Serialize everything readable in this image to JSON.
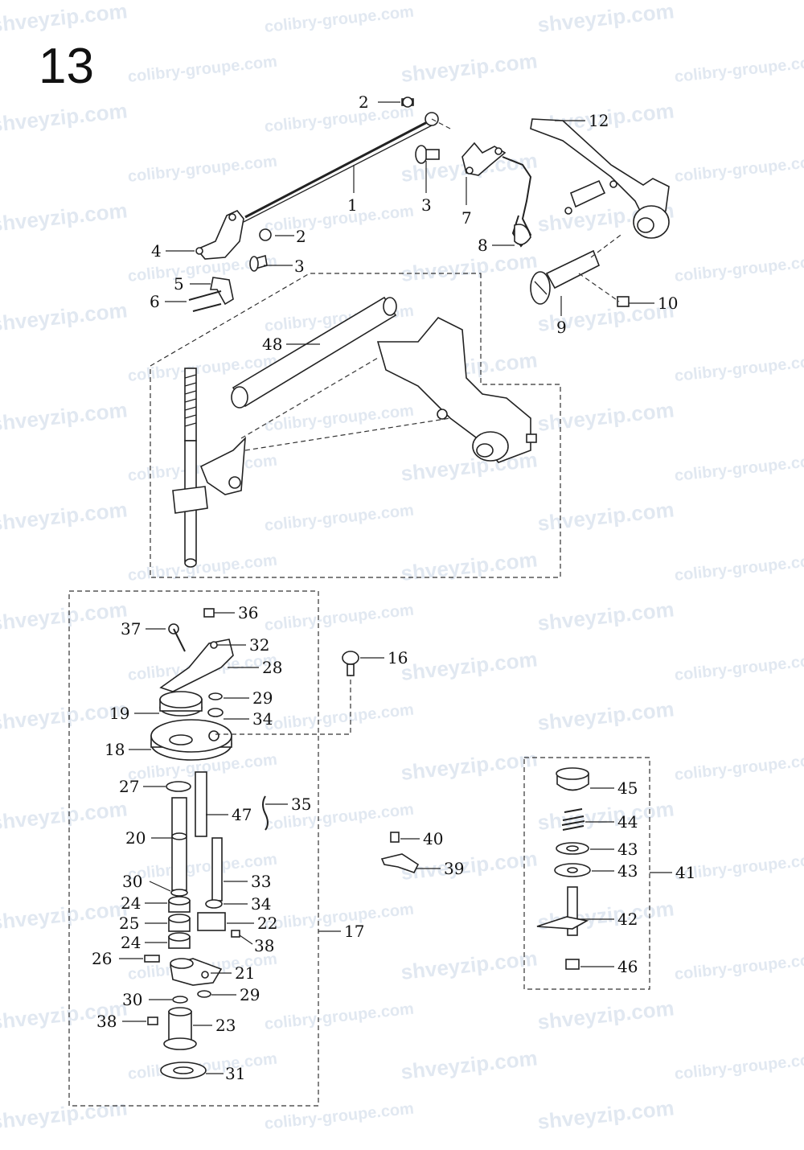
{
  "page_number": "13",
  "watermarks": [
    "shveyzip.com",
    "colibry-groupe.com"
  ],
  "labels": {
    "l1": "1",
    "l2a": "2",
    "l2b": "2",
    "l3a": "3",
    "l3b": "3",
    "l4": "4",
    "l5": "5",
    "l6": "6",
    "l7": "7",
    "l8": "8",
    "l9": "9",
    "l10": "10",
    "l12": "12",
    "l48": "48",
    "l36": "36",
    "l37": "37",
    "l32": "32",
    "l28": "28",
    "l29a": "29",
    "l19": "19",
    "l34a": "34",
    "l18": "18",
    "l16": "16",
    "l27": "27",
    "l35": "35",
    "l47": "47",
    "l20": "20",
    "l33": "33",
    "l30a": "30",
    "l24a": "24",
    "l34b": "34",
    "l25": "25",
    "l22": "22",
    "l24b": "24",
    "l38a": "38",
    "l17": "17",
    "l26": "26",
    "l21": "21",
    "l30b": "30",
    "l29b": "29",
    "l38b": "38",
    "l23": "23",
    "l31": "31",
    "l40": "40",
    "l39": "39",
    "l45": "45",
    "l44": "44",
    "l43a": "43",
    "l43b": "43",
    "l41": "41",
    "l42": "42",
    "l46": "46"
  }
}
